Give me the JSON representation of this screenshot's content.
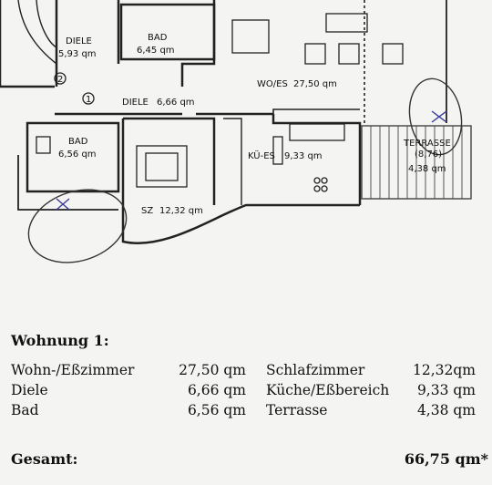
{
  "plan": {
    "rooms": [
      {
        "name": "DIELE",
        "area": "5,93 qm"
      },
      {
        "name": "BAD",
        "area": "6,45 qm"
      },
      {
        "name": "WO/ES",
        "area": "27,50 qm"
      },
      {
        "name": "DIELE",
        "area": "6,66 qm"
      },
      {
        "name": "BAD",
        "area": "6,56 qm"
      },
      {
        "name": "KÜ-ES",
        "area": "9,33 qm"
      },
      {
        "name": "SZ",
        "area": "12,32 qm"
      },
      {
        "name": "TERRASSE",
        "area": "4,38 qm",
        "note": "(8,76)"
      }
    ],
    "markers": [
      "1",
      "2"
    ]
  },
  "summary": {
    "title": "Wohnung 1:",
    "rows": [
      {
        "left_label": "Wohn-/Eßzimmer",
        "left_value": "27,50 qm",
        "right_label": "Schlafzimmer",
        "right_value": "12,32qm"
      },
      {
        "left_label": "Diele",
        "left_value": "6,66 qm",
        "right_label": "Küche/Eßbereich",
        "right_value": "9,33 qm"
      },
      {
        "left_label": "Bad",
        "left_value": "6,56 qm",
        "right_label": "Terrasse",
        "right_value": "4,38 qm"
      }
    ],
    "total_label": "Gesamt:",
    "total_value": "66,75 qm*"
  }
}
